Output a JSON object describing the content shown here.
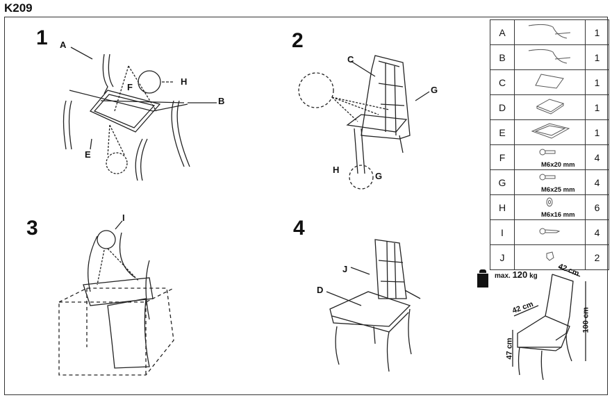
{
  "title": "K209",
  "steps": [
    "1",
    "2",
    "3",
    "4"
  ],
  "labels": {
    "A": "A",
    "B": "B",
    "C": "C",
    "D": "D",
    "E": "E",
    "F": "F",
    "G": "G",
    "H": "H",
    "I": "I",
    "J": "J"
  },
  "parts": [
    {
      "letter": "A",
      "qty": "1",
      "icon": "leg-frame-icon"
    },
    {
      "letter": "B",
      "qty": "1",
      "icon": "leg-frame-icon"
    },
    {
      "letter": "C",
      "qty": "1",
      "icon": "backrest-icon"
    },
    {
      "letter": "D",
      "qty": "1",
      "icon": "seat-cushion-icon"
    },
    {
      "letter": "E",
      "qty": "1",
      "icon": "seat-frame-icon"
    },
    {
      "letter": "F",
      "qty": "4",
      "icon": "bolt-icon",
      "size": "M6x20 mm"
    },
    {
      "letter": "G",
      "qty": "4",
      "icon": "bolt-icon",
      "size": "M6x25 mm"
    },
    {
      "letter": "H",
      "qty": "6",
      "icon": "washer-icon",
      "size": "M6x16 mm"
    },
    {
      "letter": "I",
      "qty": "4",
      "icon": "screw-icon"
    },
    {
      "letter": "J",
      "qty": "2",
      "icon": "cap-icon"
    }
  ],
  "specs": {
    "max_prefix": "max.",
    "max_value": "120",
    "max_unit": "kg",
    "width": "42 cm",
    "depth": "42 cm",
    "height": "100 cm",
    "seat_height": "47 cm"
  }
}
